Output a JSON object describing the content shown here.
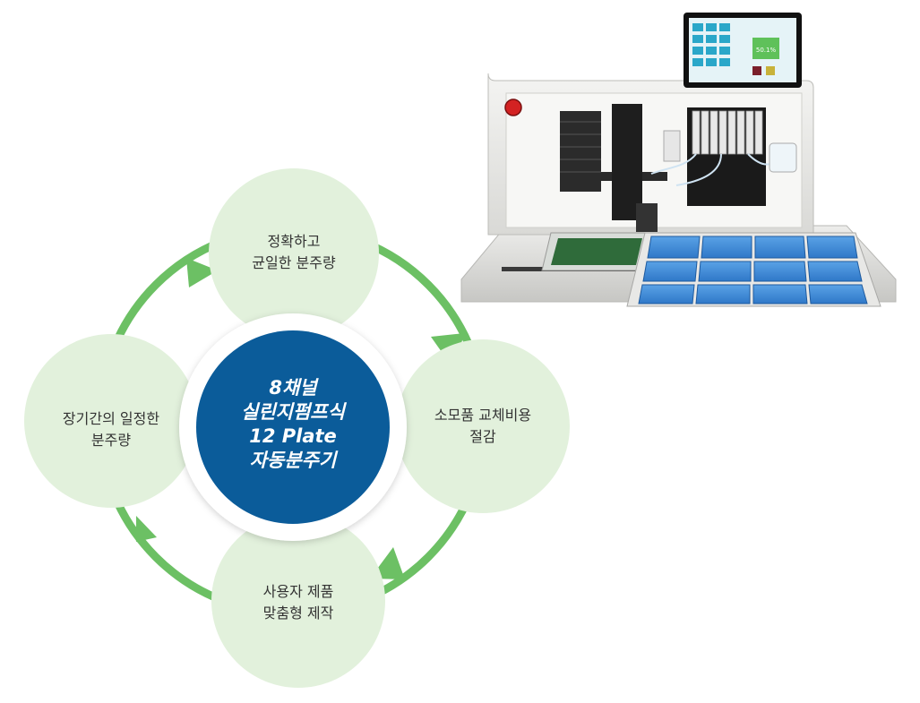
{
  "center": {
    "lines": [
      "8채널",
      "실린지펌프식",
      "12 Plate",
      "자동분주기"
    ],
    "color": "#0b5c9a"
  },
  "nodes": [
    {
      "id": "top",
      "lines": [
        "정확하고",
        "균일한 분주량"
      ]
    },
    {
      "id": "right",
      "lines": [
        "소모품 교체비용",
        "절감"
      ]
    },
    {
      "id": "bottom",
      "lines": [
        "사용자 제품",
        "맞춤형 제작"
      ]
    },
    {
      "id": "left",
      "lines": [
        "장기간의 일정한",
        "분주량"
      ]
    }
  ],
  "colors": {
    "node_fill": "#e2f1dc",
    "arrow": "#6cc064",
    "center_fill": "#0b5c9a",
    "ring": "#ffffff"
  },
  "device": {
    "screen_reading": "50.1%"
  }
}
